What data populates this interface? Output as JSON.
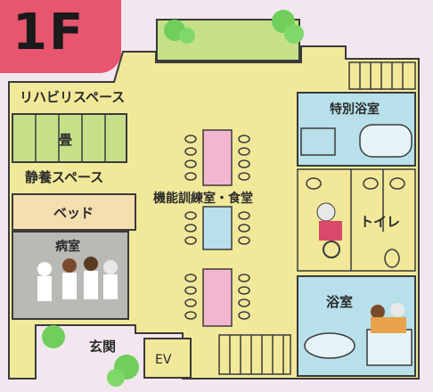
{
  "floor": "1F",
  "rooms": {
    "rehab_space": "リハビリスペース",
    "tatami": "畳",
    "rest_space": "静養スペース",
    "bed": "ベッド",
    "sickroom": "病室",
    "training_dining": "機能訓練室・食堂",
    "special_bath": "特別浴室",
    "toilet": "トイレ",
    "bath": "浴室",
    "entrance": "玄関",
    "elevator": "EV"
  },
  "colors": {
    "floor": "#f1e89a",
    "badge": "#e8556e",
    "green": "#c6e08a",
    "blue": "#b7e0ea",
    "pink": "#f2b6cf",
    "beige": "#f4dfb0",
    "grey": "#b9bab5"
  }
}
